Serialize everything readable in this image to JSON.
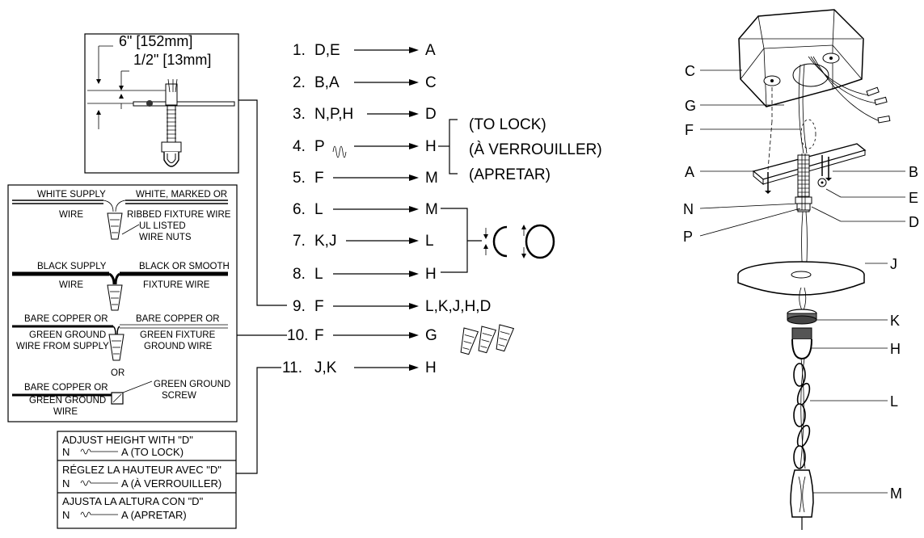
{
  "inset": {
    "dim_6in": "6\" [152mm]",
    "dim_half_in": "1/2\" [13mm]"
  },
  "wiring": {
    "white_supply": "WHITE SUPPLY",
    "white_marked": "WHITE, MARKED OR",
    "wire1": "WIRE",
    "ribbed": "RIBBED FIXTURE WIRE",
    "ul_listed": "UL LISTED",
    "wire_nuts": "WIRE NUTS",
    "black_supply": "BLACK SUPPLY",
    "black_smooth": "BLACK OR SMOOTH",
    "wire2": "WIRE",
    "fixture_wire": "FIXTURE WIRE",
    "bare_copper_1": "BARE COPPER OR",
    "bare_copper_2": "BARE COPPER OR",
    "green_ground_supply": "GREEN GROUND",
    "wire_from_supply": "WIRE FROM SUPPLY",
    "green_fixture": "GREEN FIXTURE",
    "ground_wire": "GROUND WIRE",
    "or": "OR",
    "bare_copper_3": "BARE COPPER OR",
    "green_ground_3": "GREEN GROUND",
    "wire3": "WIRE",
    "green_ground_screw_1": "GREEN GROUND",
    "green_ground_screw_2": "SCREW"
  },
  "adjust": {
    "en_title": "ADJUST HEIGHT WITH \"D\"",
    "en_line": "A (TO LOCK)",
    "fr_title": "RÉGLEZ LA HAUTEUR AVEC \"D\"",
    "fr_line": "A (À VERROUILLER)",
    "es_title": "AJUSTA LA ALTURA CON \"D\"",
    "es_line": "A (APRETAR)",
    "n": "N"
  },
  "steps": [
    {
      "num": "1.",
      "src": "D,E",
      "dst": "A"
    },
    {
      "num": "2.",
      "src": "B,A",
      "dst": "C"
    },
    {
      "num": "3.",
      "src": "N,P,H",
      "dst": "D"
    },
    {
      "num": "4.",
      "src": "P",
      "dst": "H"
    },
    {
      "num": "5.",
      "src": "F",
      "dst": "M"
    },
    {
      "num": "6.",
      "src": "L",
      "dst": "M"
    },
    {
      "num": "7.",
      "src": "K,J",
      "dst": "L"
    },
    {
      "num": "8.",
      "src": "L",
      "dst": "H"
    },
    {
      "num": "9.",
      "src": "F",
      "dst": "L,K,J,H,D"
    },
    {
      "num": "10.",
      "src": "F",
      "dst": "G"
    },
    {
      "num": "11.",
      "src": "J,K",
      "dst": "H"
    }
  ],
  "lock_notes": [
    "(TO LOCK)",
    "(À VERROUILLER)",
    "(APRETAR)"
  ],
  "parts": {
    "C": "C",
    "G": "G",
    "F": "F",
    "A": "A",
    "N": "N",
    "P": "P",
    "B": "B",
    "E": "E",
    "D": "D",
    "J": "J",
    "K": "K",
    "H": "H",
    "L": "L",
    "M": "M"
  }
}
